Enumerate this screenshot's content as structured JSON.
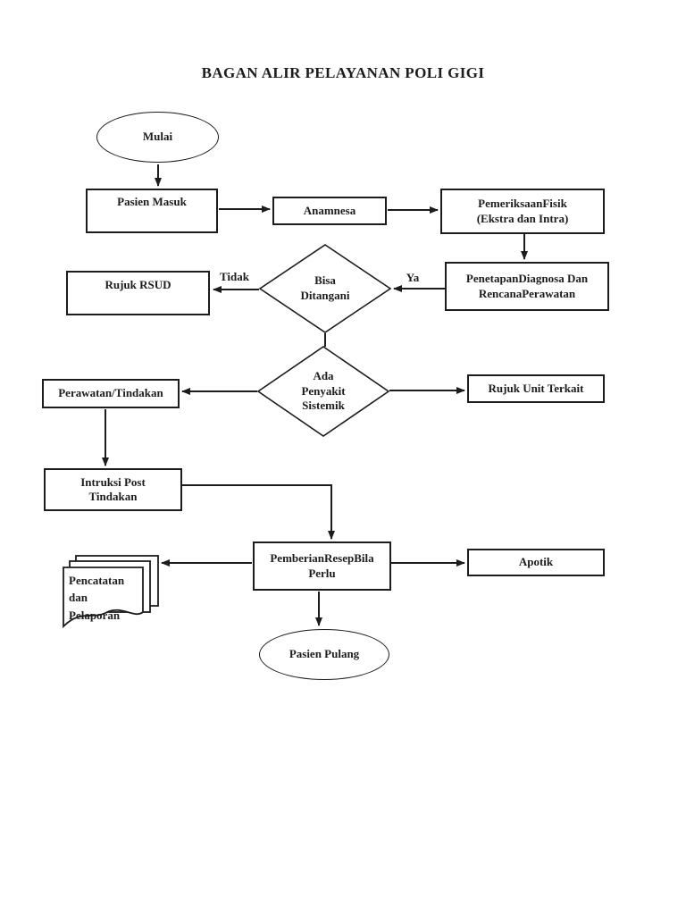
{
  "title": "BAGAN ALIR PELAYANAN POLI GIGI",
  "colors": {
    "background": "#ffffff",
    "line": "#1c1c1c",
    "text": "#1c1c1c"
  },
  "nodes": {
    "mulai": {
      "shape": "oval",
      "label": "Mulai"
    },
    "pasien_masuk": {
      "shape": "process",
      "label": "Pasien Masuk"
    },
    "anamnesa": {
      "shape": "process",
      "label": "Anamnesa"
    },
    "pemeriksaan_fisik": {
      "shape": "process",
      "label": "PemeriksaanFisik\n(Ekstra dan Intra)"
    },
    "penetapan_diagnosa": {
      "shape": "process",
      "label": "PenetapanDiagnosa Dan\nRencanaPerawatan"
    },
    "bisa_ditangani": {
      "shape": "decision",
      "label": "Bisa\nDitangani"
    },
    "rujuk_rsud": {
      "shape": "process",
      "label": "Rujuk RSUD"
    },
    "ada_penyakit_sistemik": {
      "shape": "decision",
      "label": "Ada\nPenyakit\nSistemik"
    },
    "perawatan_tindakan": {
      "shape": "process",
      "label": "Perawatan/Tindakan"
    },
    "rujuk_unit_terkait": {
      "shape": "process",
      "label": "Rujuk Unit Terkait"
    },
    "intruksi_post_tindakan": {
      "shape": "process",
      "label": "Intruksi Post\nTindakan"
    },
    "pemberian_resep": {
      "shape": "process",
      "label": "PemberianResepBila\nPerlu"
    },
    "apotik": {
      "shape": "process",
      "label": "Apotik"
    },
    "pencatatan_pelaporan": {
      "shape": "document",
      "label": "Pencatatan\ndan\nPelaporan"
    },
    "pasien_pulang": {
      "shape": "oval",
      "label": "Pasien Pulang"
    }
  },
  "edge_labels": {
    "ya": "Ya",
    "tidak": "Tidak"
  }
}
